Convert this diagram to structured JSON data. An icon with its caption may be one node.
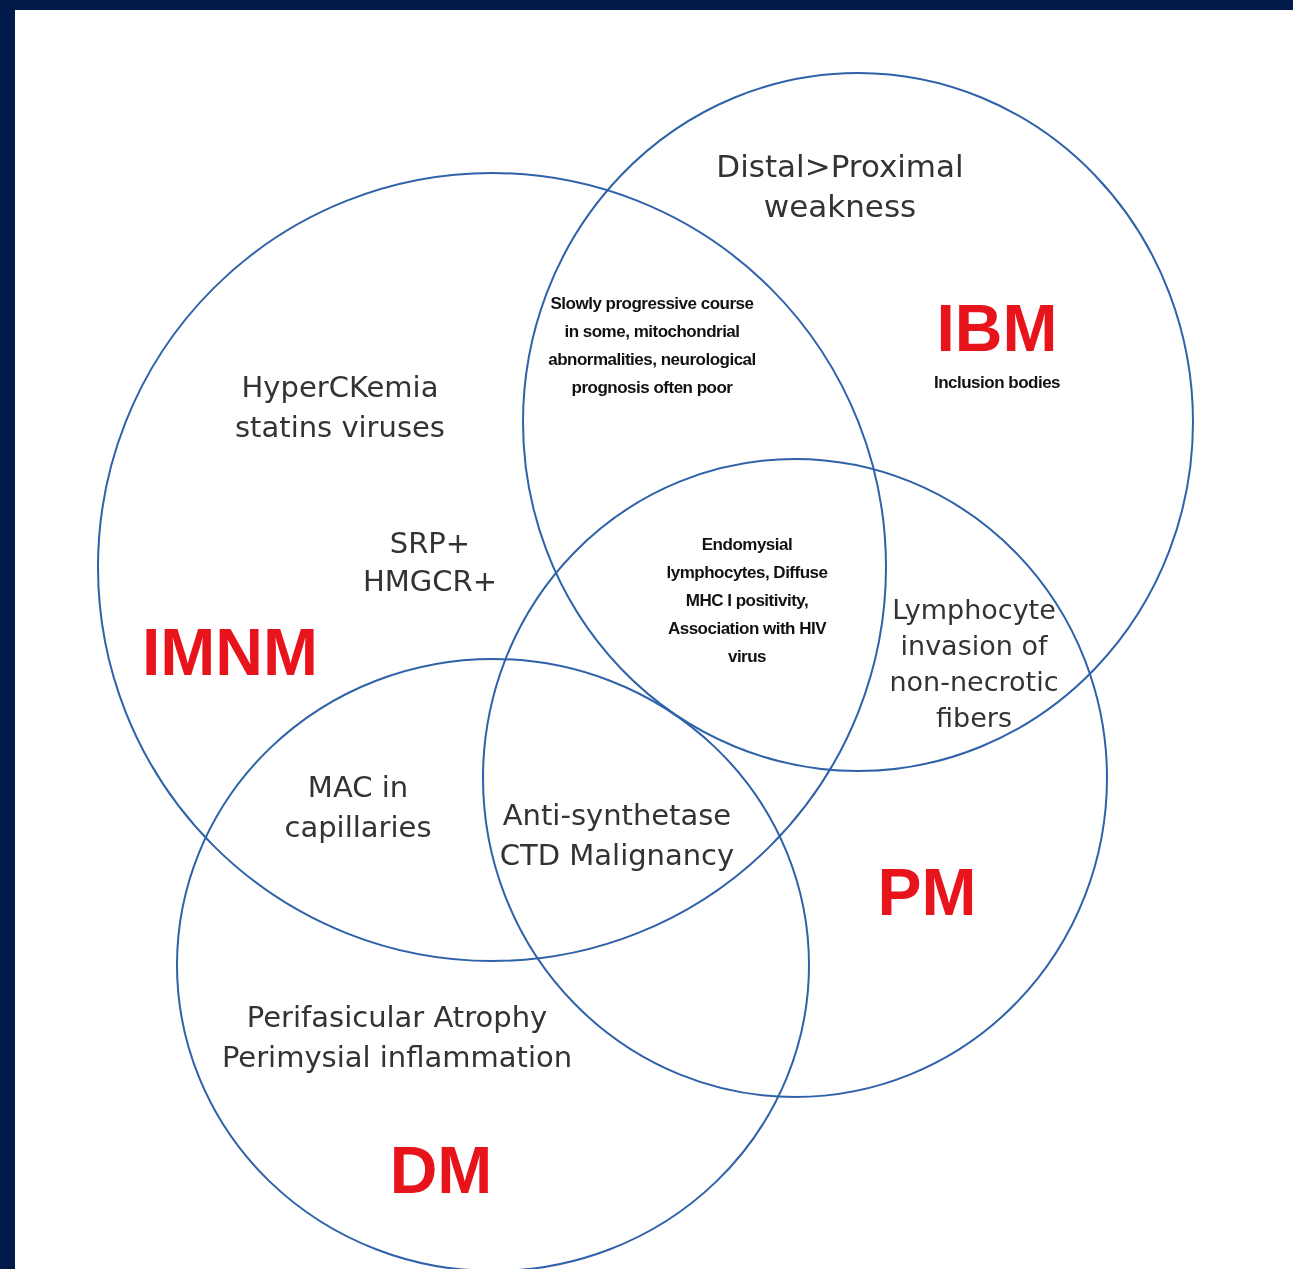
{
  "diagram": {
    "nodes": [
      {
        "text": [
          "IMNM"
        ]
      },
      {
        "text": [
          "IBM",
          "Inclusion bodies"
        ]
      },
      {
        "text": [
          "PM"
        ]
      },
      {
        "text": [
          "DM"
        ]
      }
    ],
    "labels": [
      "Distal>Proximal weakness",
      "Slowly progressive course in some, mitochondrial abnormalities, neurological prognosis often poor",
      "HyperCKemia statins viruses",
      "SRP+ HMGCR+",
      "Endomysial lymphocytes, Diffuse MHC I positivity, Association with HIV virus",
      "Lymphocyte invasion of non-necrotic fibers",
      "MAC in capillaries",
      "Anti-synthetase CTD Malignancy",
      "Perifasicular Atrophy Perimysial inflammation"
    ]
  }
}
